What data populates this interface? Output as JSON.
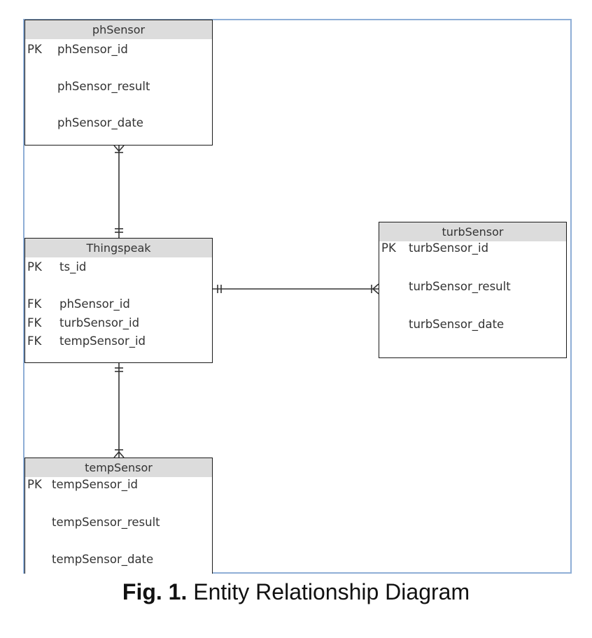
{
  "entities": {
    "phSensor": {
      "title": "phSensor",
      "rows": [
        {
          "key": "PK",
          "field": "phSensor_id"
        },
        {
          "key": "",
          "field": "phSensor_result"
        },
        {
          "key": "",
          "field": "phSensor_date"
        }
      ]
    },
    "thingspeak": {
      "title": "Thingspeak",
      "rows": [
        {
          "key": "PK",
          "field": "ts_id"
        },
        {
          "key": "FK",
          "field": "phSensor_id"
        },
        {
          "key": "FK",
          "field": "turbSensor_id"
        },
        {
          "key": "FK",
          "field": "tempSensor_id"
        }
      ]
    },
    "turbSensor": {
      "title": "turbSensor",
      "rows": [
        {
          "key": "PK",
          "field": "turbSensor_id"
        },
        {
          "key": "",
          "field": "turbSensor_result"
        },
        {
          "key": "",
          "field": "turbSensor_date"
        }
      ]
    },
    "tempSensor": {
      "title": "tempSensor",
      "rows": [
        {
          "key": "PK",
          "field": "tempSensor_id"
        },
        {
          "key": "",
          "field": "tempSensor_result"
        },
        {
          "key": "",
          "field": "tempSensor_date"
        }
      ]
    }
  },
  "caption": {
    "label": "Fig. 1.",
    "text": " Entity Relationship Diagram"
  },
  "colors": {
    "frame_border": "#8eaed6",
    "header_fill": "#dcdcdc",
    "line": "#333333"
  }
}
